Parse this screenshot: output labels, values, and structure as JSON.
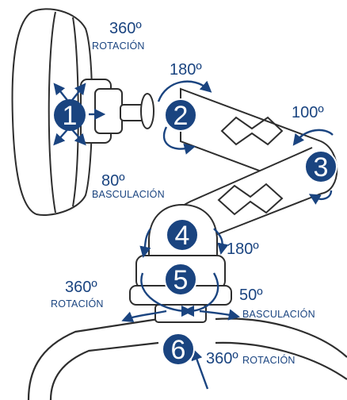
{
  "colors": {
    "accent": "#1a4480",
    "outline": "#2e2e2e",
    "fill": "#ffffff"
  },
  "joints": [
    {
      "number": "1"
    },
    {
      "number": "2"
    },
    {
      "number": "3"
    },
    {
      "number": "4"
    },
    {
      "number": "5"
    },
    {
      "number": "6"
    }
  ],
  "labels": {
    "j1_rotation_deg": "360º",
    "j1_rotation_text": "ROTACIÓN",
    "j1_tilt_deg": "80º",
    "j1_tilt_text": "BASCULACIÓN",
    "j2_deg": "180º",
    "j3_deg": "100º",
    "j4_deg": "180º",
    "j5_rotation_deg": "360º",
    "j5_rotation_text": "ROTACIÓN",
    "j5_tilt_deg": "50º",
    "j5_tilt_text": "BASCULACIÓN",
    "j6_rotation_deg": "360º",
    "j6_rotation_text": "ROTACIÓN"
  }
}
